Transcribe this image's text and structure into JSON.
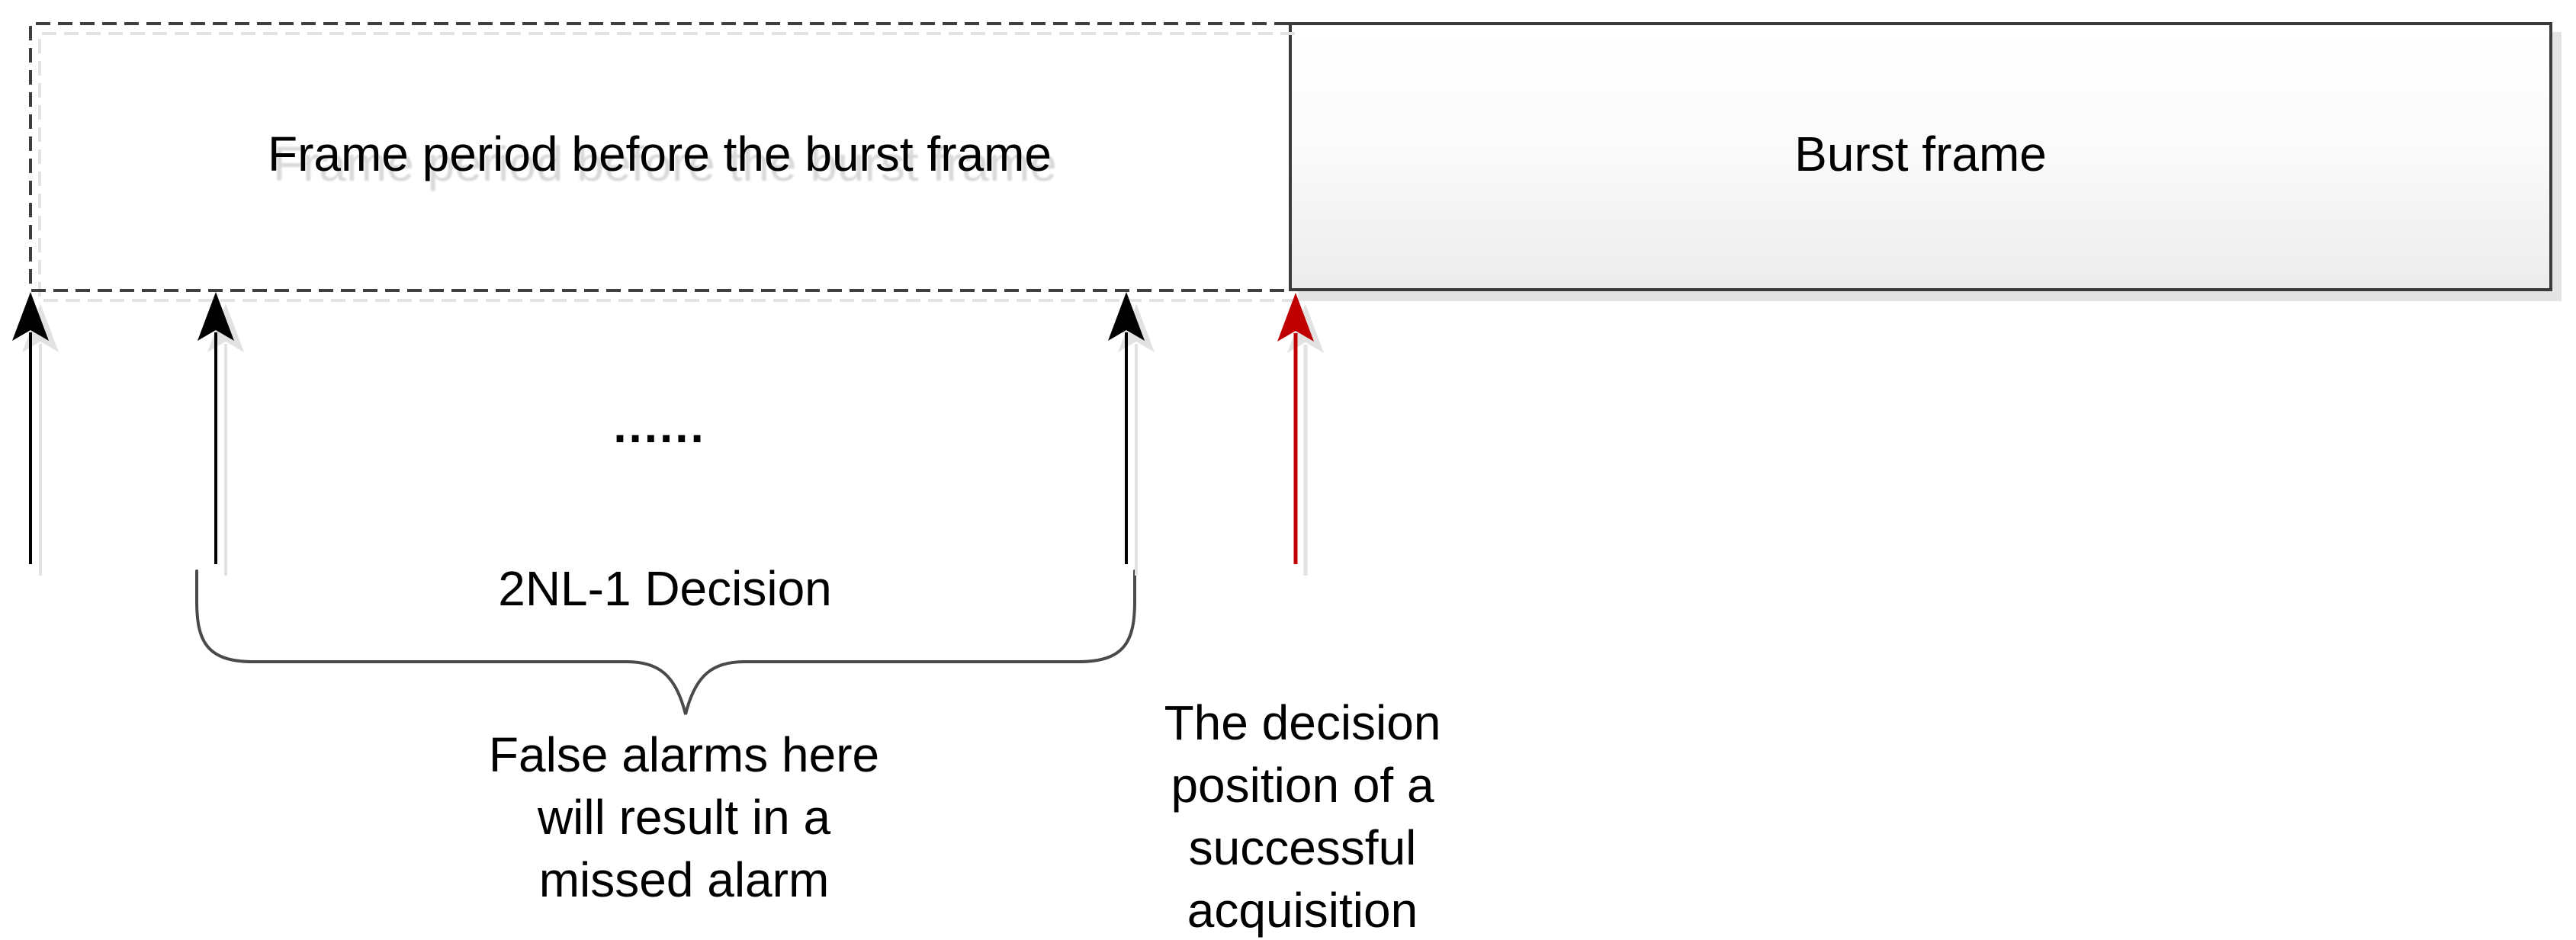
{
  "boxes": {
    "frame_period": {
      "label": "Frame period before the burst frame"
    },
    "burst": {
      "label": "Burst frame"
    }
  },
  "annotations": {
    "ellipsis_dots": "......",
    "decision_count_label": "2NL-1 Decision",
    "false_alarm_note_lines": [
      "False alarms here",
      "will result in a",
      "missed alarm"
    ],
    "success_note_lines": [
      "The decision",
      "position of a",
      "successful",
      "acquisition"
    ]
  },
  "arrows": {
    "black_decision_arrow_count": 3,
    "red_success_arrow_count": 1
  },
  "colors": {
    "line_dark": "#3f3f3f",
    "arrow_black": "#000000",
    "arrow_red": "#c00000",
    "shadow_gray": "#e2e2e2",
    "box_gradient_top": "#ffffff",
    "box_gradient_bottom": "#ececec"
  }
}
